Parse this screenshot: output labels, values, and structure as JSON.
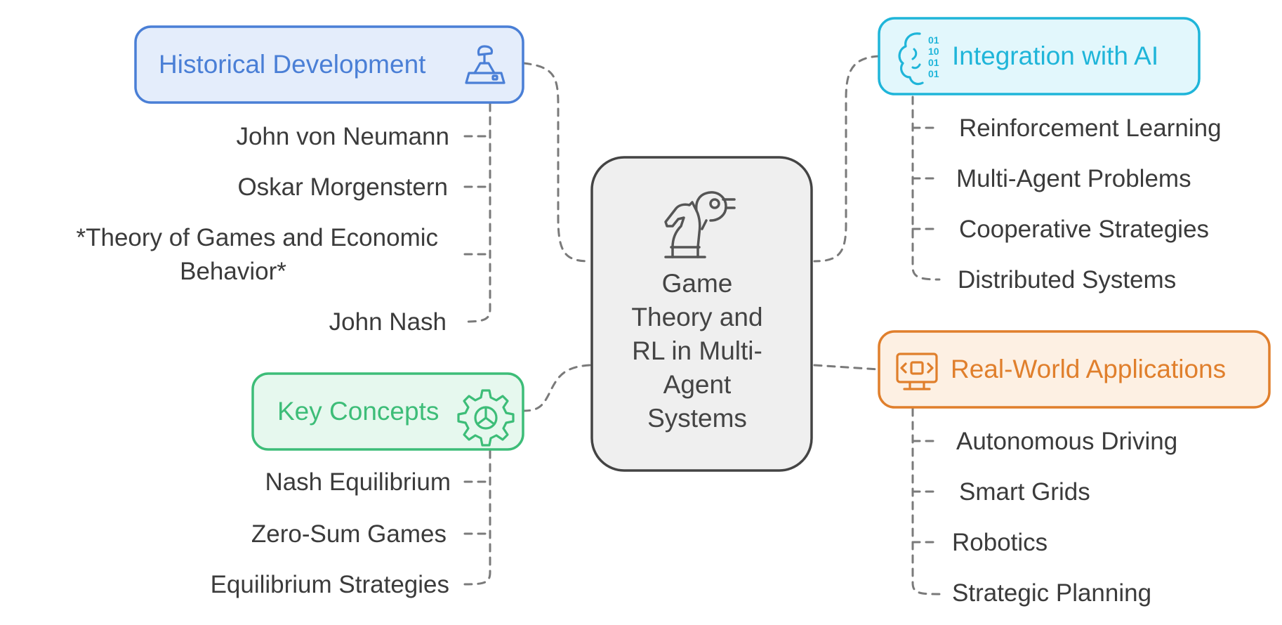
{
  "center": {
    "lines": [
      "Game",
      "Theory and",
      "RL in Multi-",
      "Agent",
      "Systems"
    ],
    "icon": "chess-knight-robot-arm-icon"
  },
  "categories": {
    "historical": {
      "title": "Historical Development",
      "icon": "joystick-icon",
      "color": "#4a7fd6",
      "fill": "#e4edfb",
      "items": [
        "John von Neumann",
        "Oskar Morgenstern",
        "*Theory of Games and Economic",
        "Behavior*",
        "John Nash"
      ]
    },
    "key_concepts": {
      "title": "Key Concepts",
      "icon": "gear-icon",
      "color": "#3dbd78",
      "fill": "#e6f8ee",
      "items": [
        "Nash Equilibrium",
        "Zero-Sum Games",
        "Equilibrium Strategies"
      ]
    },
    "integration": {
      "title": "Integration with AI",
      "icon": "brain-binary-icon",
      "color": "#1fb5d9",
      "fill": "#e2f7fc",
      "items": [
        "Reinforcement Learning",
        "Multi-Agent Problems",
        "Cooperative Strategies",
        "Distributed Systems"
      ]
    },
    "applications": {
      "title": "Real-World Applications",
      "icon": "monitor-code-icon",
      "color": "#e07f2c",
      "fill": "#fdf0e3",
      "items": [
        "Autonomous Driving",
        "Smart Grids",
        "Robotics",
        "Strategic Planning"
      ]
    }
  }
}
